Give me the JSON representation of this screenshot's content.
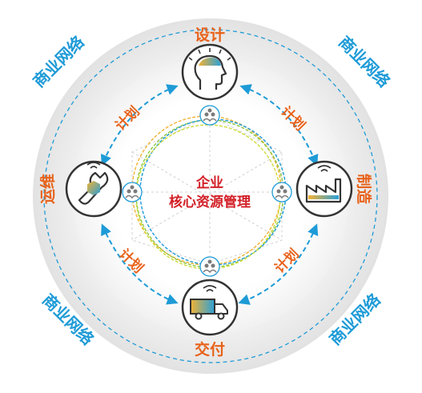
{
  "center": {
    "line1": "企业",
    "line2": "核心资源管理"
  },
  "nodes": {
    "top": "设计",
    "right": "制造",
    "bottom": "交付",
    "left": "运维"
  },
  "plan_label": "计划",
  "network_label": "商业网络",
  "colors": {
    "orange": "#e8621a",
    "blue": "#1e9bd7",
    "red": "#d21f26"
  }
}
